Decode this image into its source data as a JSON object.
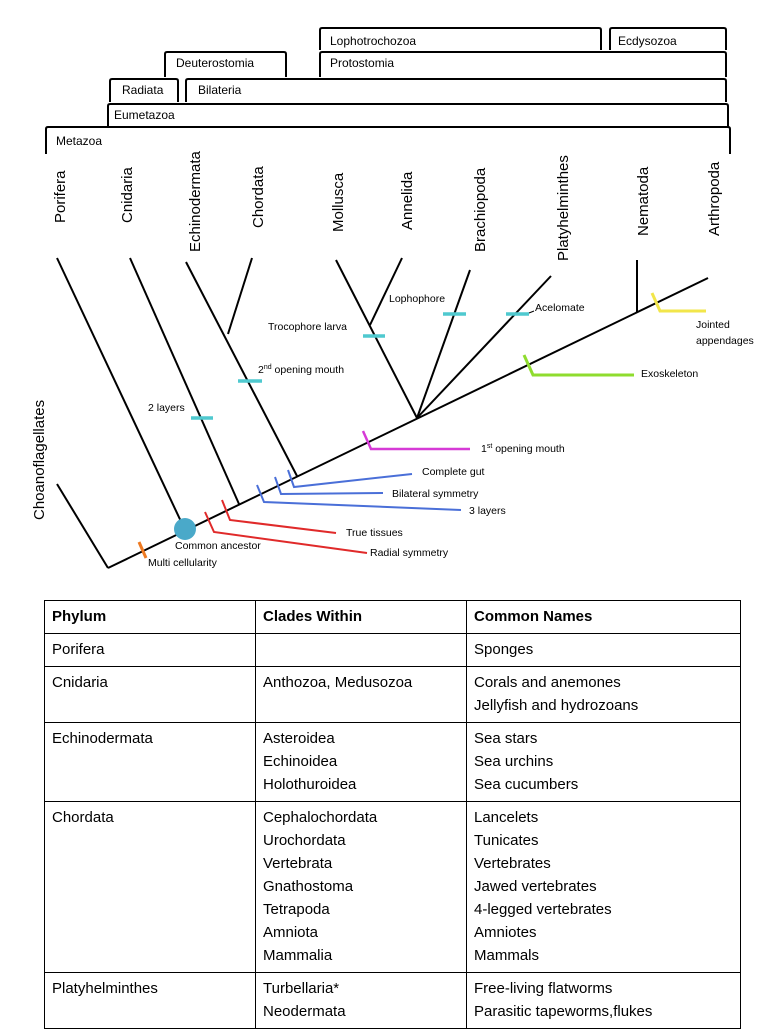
{
  "clades": {
    "lophotrochozoa": "Lophotrochozoa",
    "ecdysozoa": "Ecdysozoa",
    "deuterostomia": "Deuterostomia",
    "protostomia": "Protostomia",
    "radiata": "Radiata",
    "bilateria": "Bilateria",
    "eumetazoa": "Eumetazoa",
    "metazoa": "Metazoa"
  },
  "outgroup": "Choanoflagellates",
  "phyla": [
    "Porifera",
    "Cnidaria",
    "Echinodermata",
    "Chordata",
    "Mollusca",
    "Annelida",
    "Brachiopoda",
    "Platyhelminthes",
    "Nematoda",
    "Arthropoda"
  ],
  "traits": {
    "two_layers": "2 layers",
    "second_mouth_prefix": "2",
    "second_mouth_sup": "nd",
    "second_mouth_suffix": " opening mouth",
    "trocophore": "Trocophore larva",
    "lophophore": "Lophophore",
    "acelomate": "Acelomate",
    "jointed_1": "Jointed",
    "jointed_2": "appendages",
    "exoskeleton": "Exoskeleton",
    "first_mouth_prefix": "1",
    "first_mouth_sup": "st",
    "first_mouth_suffix": " opening mouth",
    "complete_gut": "Complete gut",
    "bilateral": "Bilateral symmetry",
    "three_layers": "3 layers",
    "true_tissues": "True tissues",
    "common_ancestor": "Common ancestor",
    "radial": "Radial symmetry",
    "multicellularity": "Multi cellularity"
  },
  "colors": {
    "cyan": "#4fc9cf",
    "magenta": "#d63ad6",
    "green": "#8fdc2e",
    "yellow": "#f2e64a",
    "blue": "#4a6fd8",
    "red": "#e02a2a",
    "orange": "#ee7a22",
    "ancestor": "#4aa9c9"
  },
  "table": {
    "headers": [
      "Phylum",
      "Clades Within",
      "Common Names"
    ],
    "rows": [
      {
        "phylum": "Porifera",
        "clades": [],
        "names": [
          "Sponges"
        ]
      },
      {
        "phylum": "Cnidaria",
        "clades": [
          "Anthozoa, Medusozoa"
        ],
        "names": [
          "Corals and anemones",
          "Jellyfish and hydrozoans"
        ]
      },
      {
        "phylum": "Echinodermata",
        "clades": [
          "Asteroidea",
          "Echinoidea",
          "Holothuroidea"
        ],
        "names": [
          "Sea stars",
          "Sea urchins",
          "Sea cucumbers"
        ]
      },
      {
        "phylum": "Chordata",
        "clades": [
          "Cephalochordata",
          "Urochordata",
          "Vertebrata",
          "Gnathostoma",
          "Tetrapoda",
          "Amniota",
          "Mammalia"
        ],
        "names": [
          "Lancelets",
          "Tunicates",
          "Vertebrates",
          "Jawed vertebrates",
          "4-legged vertebrates",
          "Amniotes",
          "Mammals"
        ]
      },
      {
        "phylum": "Platyhelminthes",
        "clades": [
          "Turbellaria*",
          "Neodermata"
        ],
        "names": [
          "Free-living flatworms",
          "Parasitic tapeworms,flukes"
        ]
      }
    ]
  }
}
